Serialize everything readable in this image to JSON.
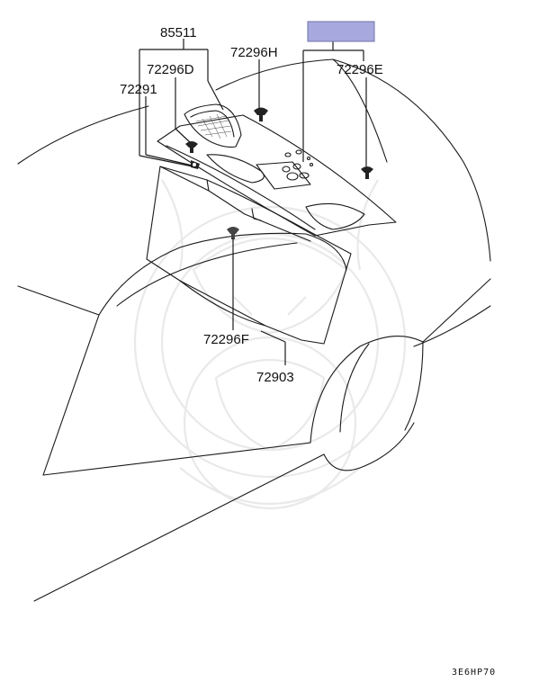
{
  "parts": {
    "p85511": "85511",
    "p72296D": "72296D",
    "p72291": "72291",
    "p72296H": "72296H",
    "p72296E": "72296E",
    "p72296F": "72296F",
    "p72903": "72903"
  },
  "diagram_code": "3E6HP70",
  "colors": {
    "highlight_box": "#a7a9de",
    "line": "#1a1a1a",
    "watermark": "#e9e9e9"
  }
}
